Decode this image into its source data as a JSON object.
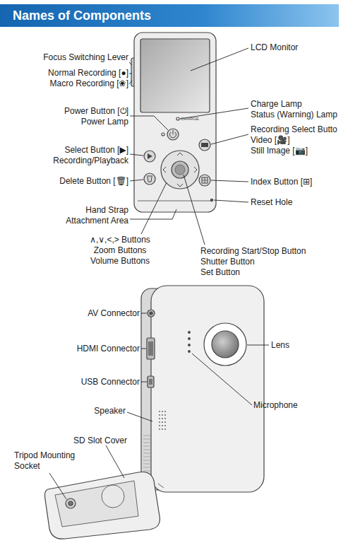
{
  "diagram": {
    "title": "Names of Components",
    "labels": [
      "Focus Switching Lever",
      "Normal Recording [●]",
      "Macro Recording [❀]",
      "Power Button [⏻]",
      "Power Lamp",
      "Select Button [▶]",
      "Recording/Playback",
      "Delete Button [🗑]",
      "Hand Strap Attachment Area",
      "∧,∨,<,> Buttons",
      "Zoom Buttons",
      "Volume Buttons",
      "Recording Start/Stop Button",
      "Shutter Button",
      "Set Button",
      "LCD Monitor",
      "Charge Lamp",
      "Status (Warning) Lamp",
      "Recording Select Butto",
      "Video [🎥]",
      "Still Image [📷]",
      "Index Button [⊞]",
      "Reset Hole",
      "CHARGE",
      "AV Connector",
      "HDMI Connector",
      "USB Connector",
      "Speaker",
      "SD Slot Cover",
      "Tripod Mounting Socket",
      "Lens",
      "Microphone"
    ]
  }
}
